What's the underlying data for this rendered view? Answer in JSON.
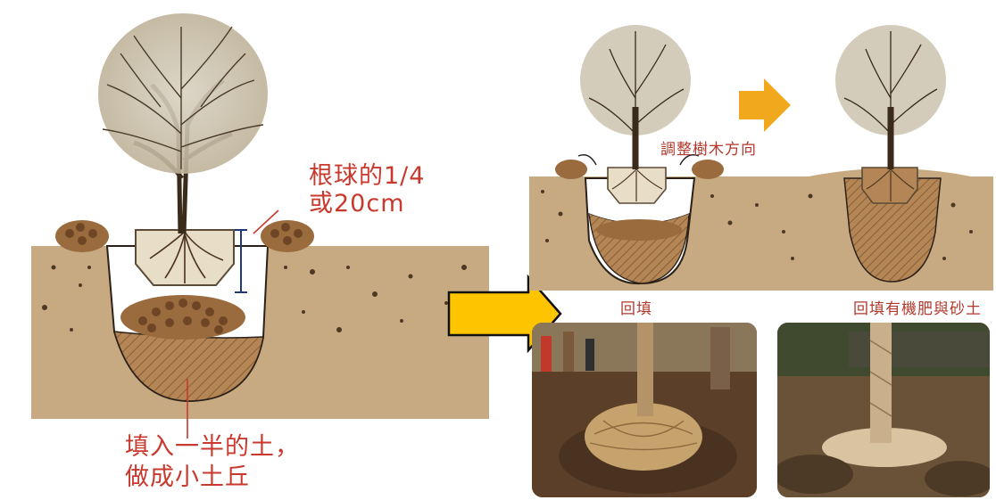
{
  "left_diagram": {
    "depth_note_line1": "根球的1/4",
    "depth_note_line2": "或20cm",
    "fill_note_line1": "填入一半的土，",
    "fill_note_line2": "做成小土丘"
  },
  "right_diagram": {
    "adjust_note": "調整樹木方向",
    "step1_caption": "回填",
    "step2_caption": "回填有機肥與砂土"
  },
  "colors": {
    "soil": "#c7aa82",
    "label_red": "#c8392e",
    "arrow_yellow": "#ffc400",
    "arrow_orange": "#f2a81d"
  }
}
